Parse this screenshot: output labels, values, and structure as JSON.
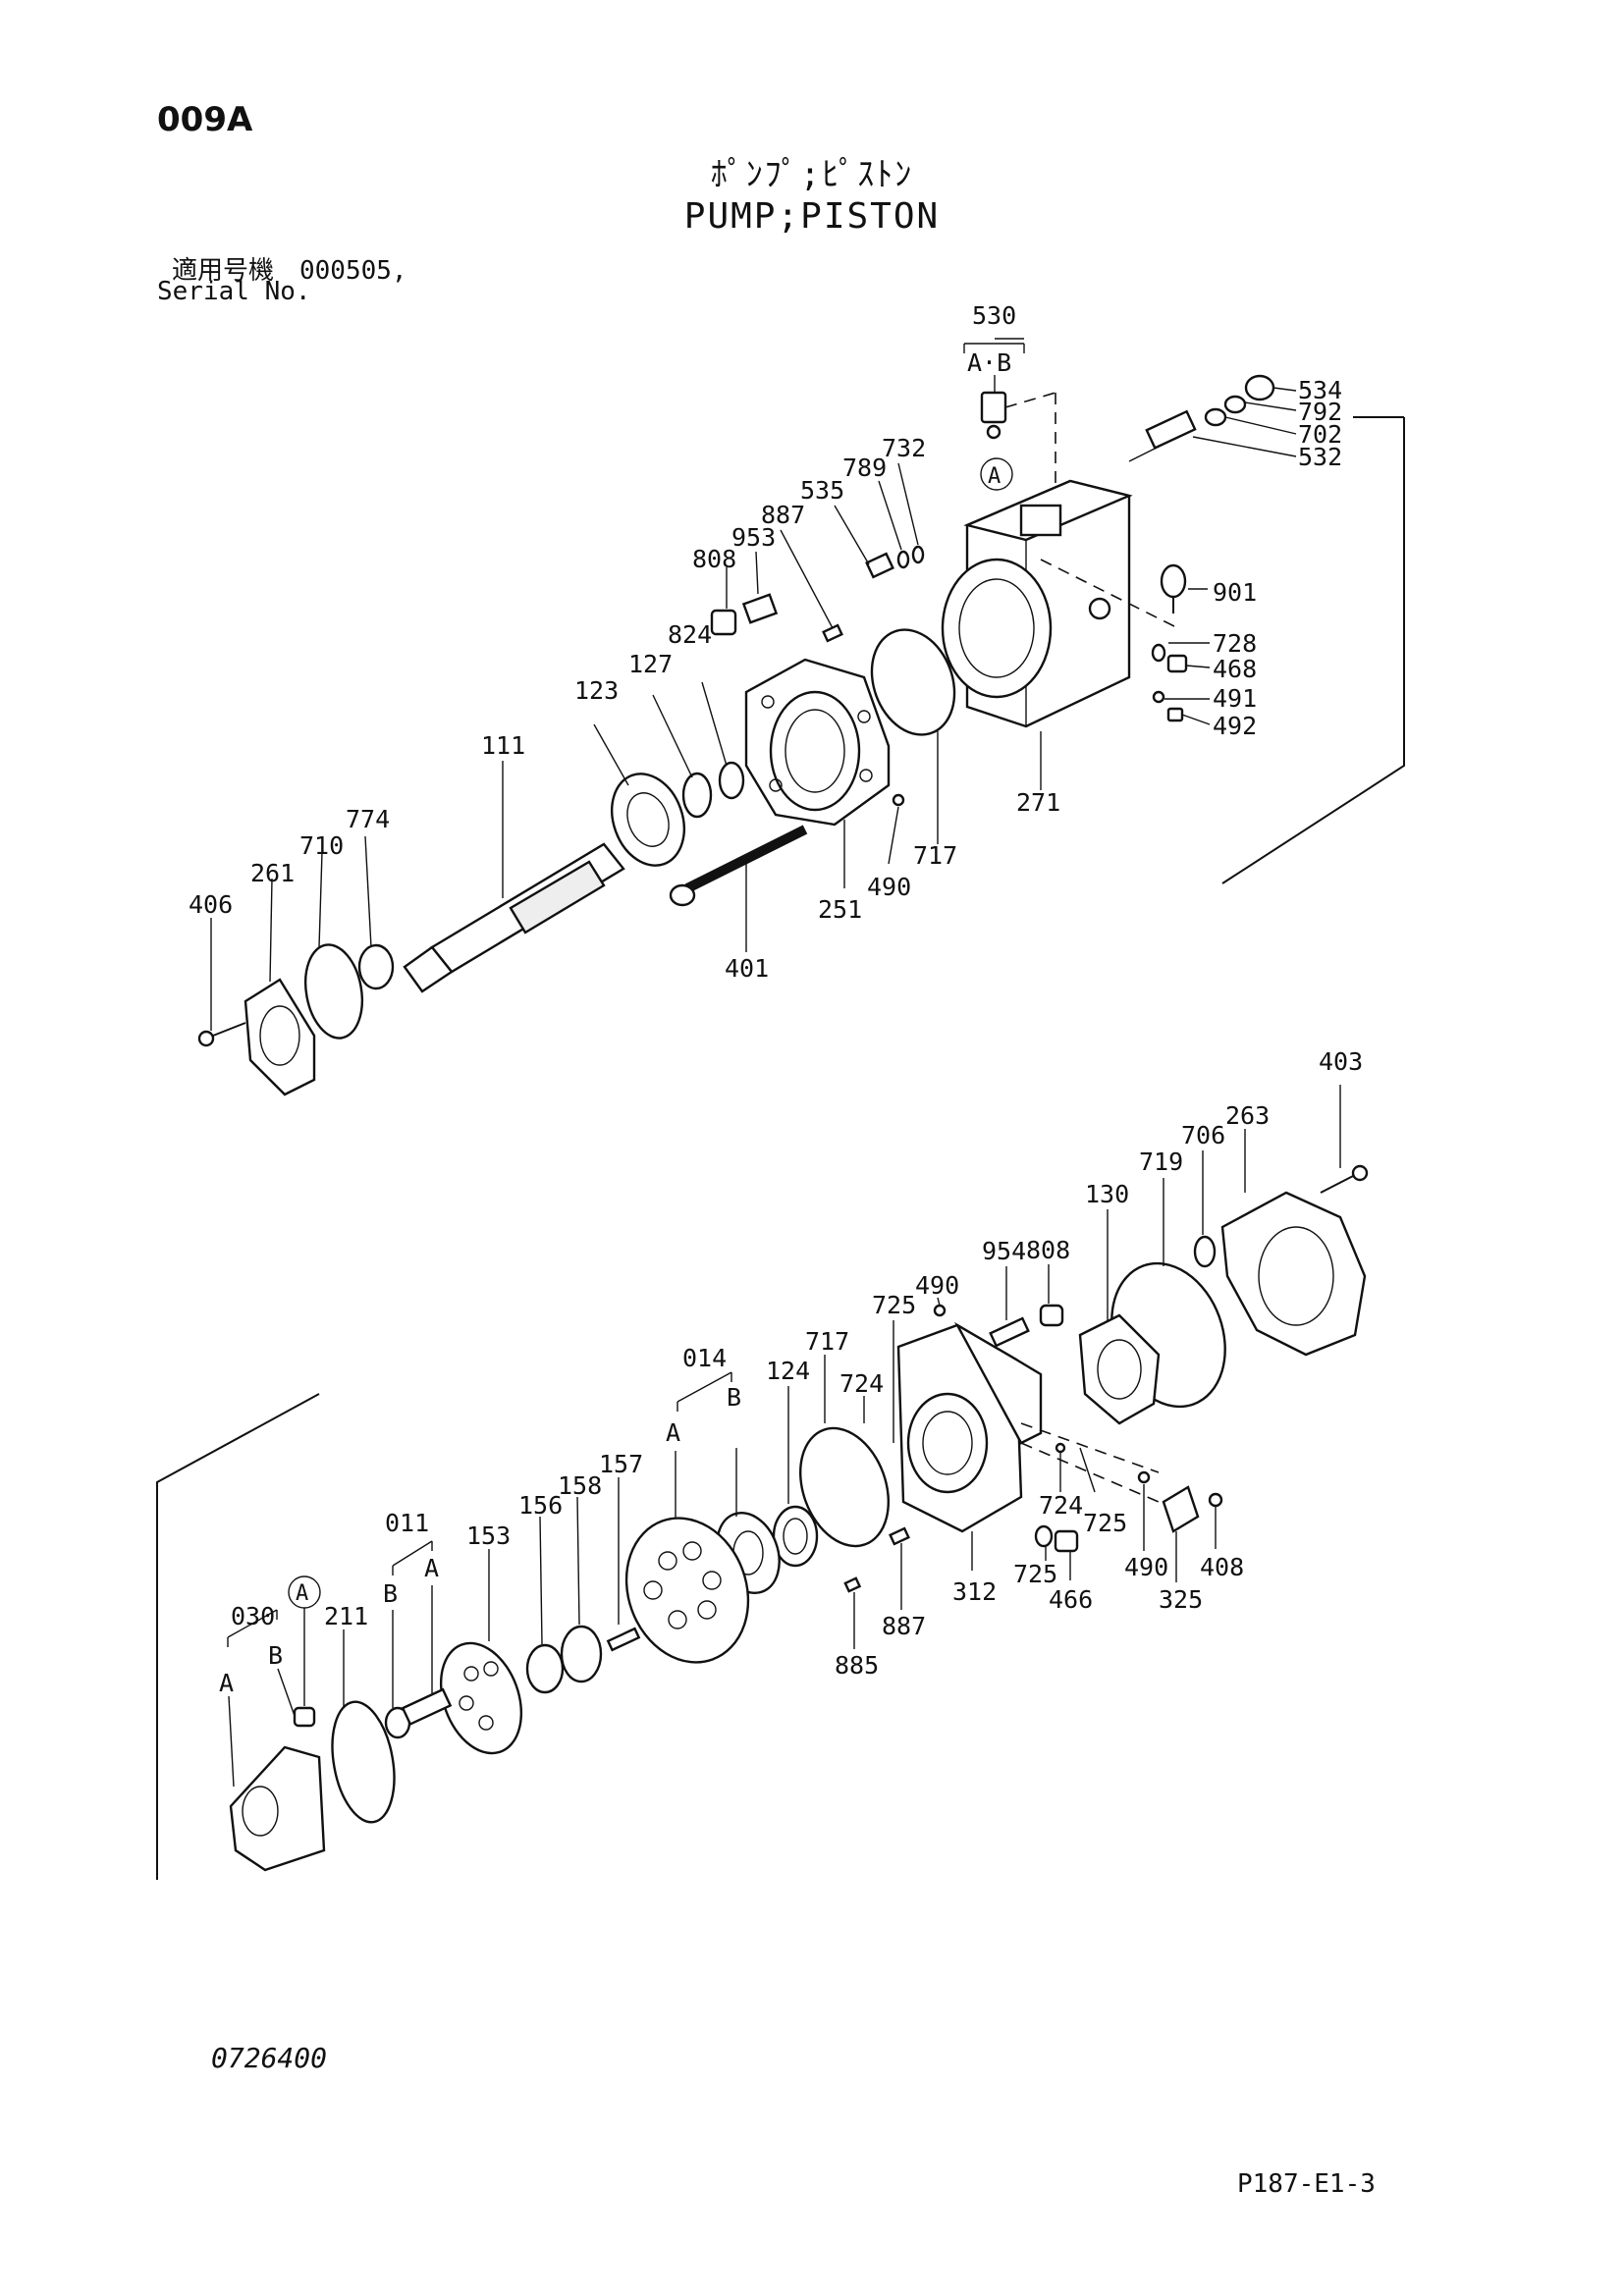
{
  "header": {
    "page_code": "009A",
    "title_jp": "ﾎﾟﾝﾌﾟ;ﾋﾟｽﾄﾝ",
    "title_en": "PUMP;PISTON",
    "serial_label_jp": "適用号機　000505,",
    "serial_label_en": "Serial No."
  },
  "footer": {
    "drawing_number": "0726400",
    "page_ref": "P187-E1-3"
  },
  "callouts": {
    "c530": "530",
    "cAB": "A·B",
    "cA_circle_top": "A",
    "c534": "534",
    "c792": "792",
    "c702": "702",
    "c532": "532",
    "c732": "732",
    "c789": "789",
    "c535": "535",
    "c887a": "887",
    "c953": "953",
    "c808a": "808",
    "c901": "901",
    "c728": "728",
    "c468": "468",
    "c491": "491",
    "c492": "492",
    "c824": "824",
    "c127": "127",
    "c123": "123",
    "c111": "111",
    "c271": "271",
    "c717a": "717",
    "c490a": "490",
    "c251": "251",
    "c401": "401",
    "c774": "774",
    "c710": "710",
    "c261": "261",
    "c406": "406",
    "c403": "403",
    "c263": "263",
    "c706": "706",
    "c719": "719",
    "c130": "130",
    "c808b": "808",
    "c954": "954",
    "c490b": "490",
    "c725a": "725",
    "c724a": "724",
    "c717b": "717",
    "c124": "124",
    "c014": "014",
    "cB1": "B",
    "cA1": "A",
    "c157": "157",
    "c158": "158",
    "c156": "156",
    "c153": "153",
    "c011": "011",
    "cB2": "B",
    "cA2": "A",
    "cA_circle_bot": "A",
    "c030": "030",
    "cB3": "B",
    "cA3": "A",
    "c211": "211",
    "c724b": "724",
    "c725b": "725",
    "c725c": "725",
    "c466": "466",
    "c490c": "490",
    "c408": "408",
    "c325": "325",
    "c312": "312",
    "c887b": "887",
    "c885": "885"
  }
}
